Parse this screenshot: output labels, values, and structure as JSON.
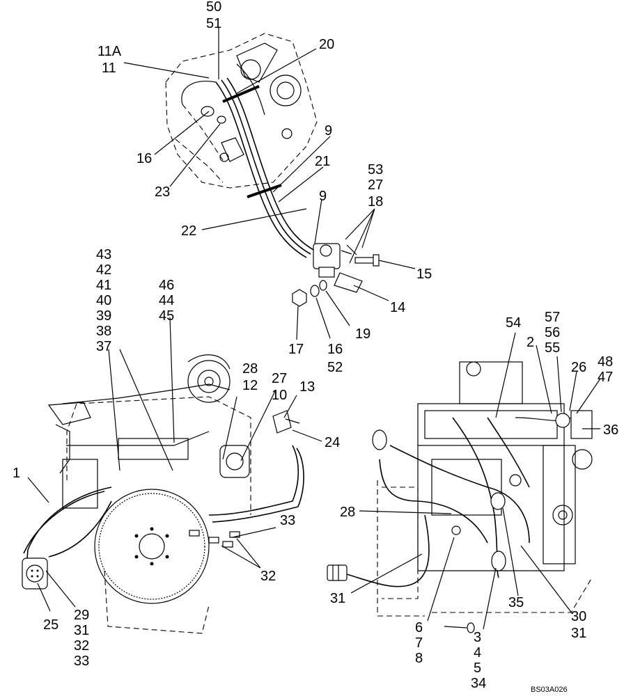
{
  "figure_code": "BS03A026",
  "views": {
    "top_detail": {
      "callouts": [
        "50",
        "51",
        "11A",
        "11",
        "20",
        "16",
        "23",
        "9",
        "21",
        "22",
        "53",
        "27",
        "18",
        "9",
        "15",
        "14",
        "17",
        "16",
        "52",
        "19"
      ]
    },
    "left_engine_view": {
      "callouts": [
        "43",
        "42",
        "41",
        "40",
        "39",
        "38",
        "37",
        "46",
        "44",
        "45",
        "28",
        "12",
        "27",
        "10",
        "13",
        "24",
        "1",
        "33",
        "32",
        "25",
        "29",
        "31",
        "32",
        "33"
      ]
    },
    "right_engine_view": {
      "callouts": [
        "54",
        "57",
        "56",
        "55",
        "2",
        "26",
        "48",
        "47",
        "36",
        "28",
        "31",
        "6",
        "7",
        "8",
        "3",
        "4",
        "5",
        "34",
        "35",
        "30",
        "31"
      ]
    }
  }
}
